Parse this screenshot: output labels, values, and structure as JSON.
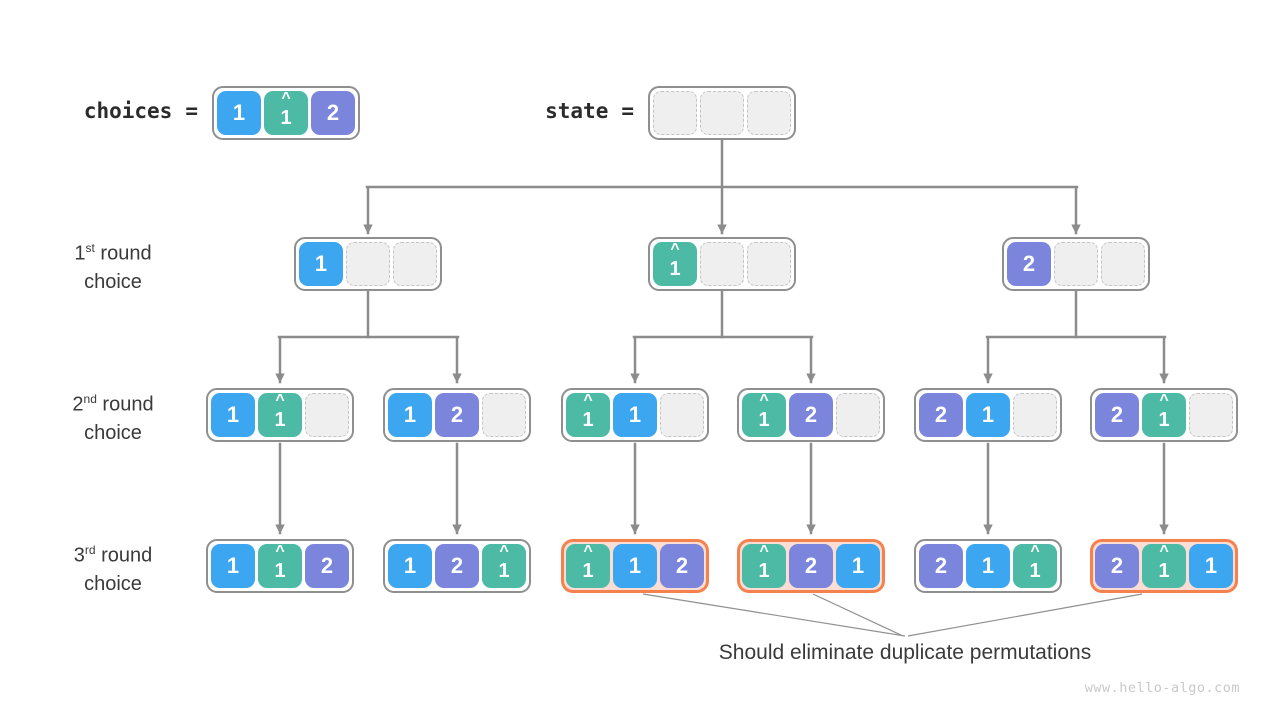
{
  "colors": {
    "cell_1_blue": "#3CA6F0",
    "cell_1hat_teal": "#4CBAA5",
    "cell_2_purple": "#7B85DC",
    "empty_fill": "#EFEFEF",
    "empty_border": "#C4C4C4",
    "box_border": "#8F8F8F",
    "line": "#8C8C8C",
    "callout_line": "#909090",
    "dup_border": "#F5824E",
    "dup_fill": "#FBDDD3"
  },
  "glyphs": {
    "hat": "^"
  },
  "choices": {
    "label": "choices",
    "equals": "=",
    "cells": [
      "1",
      "1^",
      "2"
    ]
  },
  "state": {
    "label": "state",
    "equals": "=",
    "cells": [
      null,
      null,
      null
    ]
  },
  "row_labels": [
    {
      "num": "1",
      "sup": "st",
      "rest": " round",
      "line2": "choice"
    },
    {
      "num": "2",
      "sup": "nd",
      "rest": " round",
      "line2": "choice"
    },
    {
      "num": "3",
      "sup": "rd",
      "rest": " round",
      "line2": "choice"
    }
  ],
  "tree": {
    "round1": [
      [
        "1",
        null,
        null
      ],
      [
        "1^",
        null,
        null
      ],
      [
        "2",
        null,
        null
      ]
    ],
    "round2": [
      [
        "1",
        "1^",
        null
      ],
      [
        "1",
        "2",
        null
      ],
      [
        "1^",
        "1",
        null
      ],
      [
        "1^",
        "2",
        null
      ],
      [
        "2",
        "1",
        null
      ],
      [
        "2",
        "1^",
        null
      ]
    ],
    "round3": [
      {
        "cells": [
          "1",
          "1^",
          "2"
        ],
        "duplicate": false
      },
      {
        "cells": [
          "1",
          "2",
          "1^"
        ],
        "duplicate": false
      },
      {
        "cells": [
          "1^",
          "1",
          "2"
        ],
        "duplicate": true
      },
      {
        "cells": [
          "1^",
          "2",
          "1"
        ],
        "duplicate": true
      },
      {
        "cells": [
          "2",
          "1",
          "1^"
        ],
        "duplicate": false
      },
      {
        "cells": [
          "2",
          "1^",
          "1"
        ],
        "duplicate": true
      }
    ]
  },
  "annotation": "Should eliminate duplicate permutations",
  "watermark": "www.hello-algo.com"
}
